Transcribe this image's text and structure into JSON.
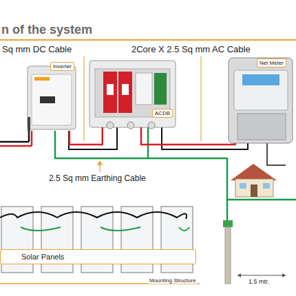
{
  "diagram": {
    "title": "n of the system",
    "nodes": [
      {
        "text": [
          "Inverter"
        ]
      },
      {
        "text": [
          "ACDB"
        ]
      },
      {
        "text": [
          "Net Meter"
        ]
      },
      {
        "text": [
          "Solar Panels"
        ]
      }
    ],
    "edges": [
      {
        "from": 0,
        "to": 1,
        "arrow": "none"
      },
      {
        "from": 1,
        "to": 2,
        "arrow": "none"
      }
    ],
    "labels": [
      "Sq mm DC Cable",
      "2Core X 2.5 Sq mm AC Cable",
      "2.5 Sq mm Earthing Cable",
      "Mounting Structure",
      "1.5 mtr."
    ]
  }
}
